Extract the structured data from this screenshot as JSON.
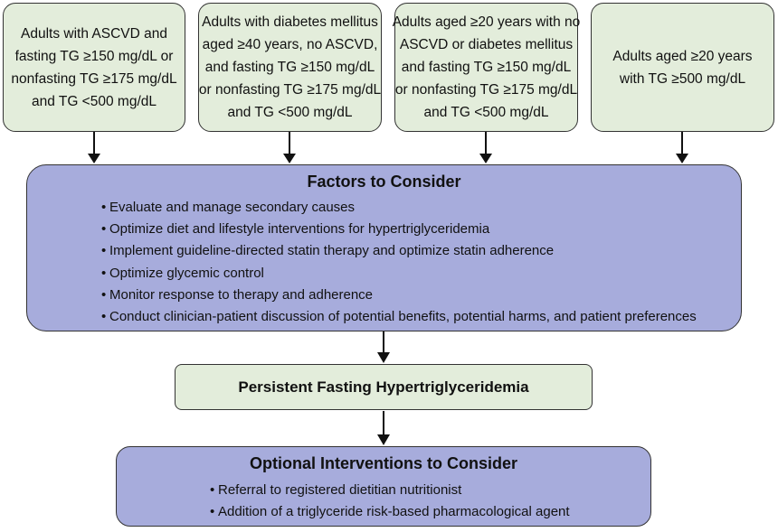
{
  "top_boxes": [
    {
      "lines": [
        "Adults with ASCVD and",
        "fasting TG ≥150 mg/dL or",
        "nonfasting TG ≥175 mg/dL",
        "and TG <500 mg/dL"
      ]
    },
    {
      "lines": [
        "Adults with diabetes mellitus",
        "aged ≥40 years, no ASCVD,",
        "and fasting TG ≥150 mg/dL",
        "or nonfasting TG ≥175 mg/dL",
        "and TG <500 mg/dL"
      ]
    },
    {
      "lines": [
        "Adults aged ≥20 years with no",
        "ASCVD or diabetes mellitus",
        "and fasting TG ≥150 mg/dL",
        "or nonfasting TG ≥175 mg/dL",
        "and TG <500 mg/dL"
      ]
    },
    {
      "lines": [
        "Adults aged ≥20 years",
        "with TG ≥500 mg/dL"
      ]
    }
  ],
  "factors": {
    "title": "Factors to Consider",
    "items": [
      "Evaluate and manage secondary causes",
      "Optimize diet and lifestyle interventions for hypertriglyceridemia",
      "Implement guideline-directed statin therapy and optimize statin adherence",
      "Optimize glycemic control",
      "Monitor response to therapy and adherence",
      "Conduct clinician-patient discussion of potential benefits, potential harms, and patient preferences"
    ]
  },
  "persistent": {
    "title": "Persistent Fasting Hypertriglyceridemia"
  },
  "optional": {
    "title": "Optional Interventions to Consider",
    "items": [
      "Referral to registered dietitian nutritionist",
      "Addition of a triglyceride risk-based pharmacological agent"
    ]
  },
  "bullet": "•",
  "colors": {
    "green_box": "#e3eddb",
    "purple_box": "#a7acdc",
    "border": "#333333"
  }
}
